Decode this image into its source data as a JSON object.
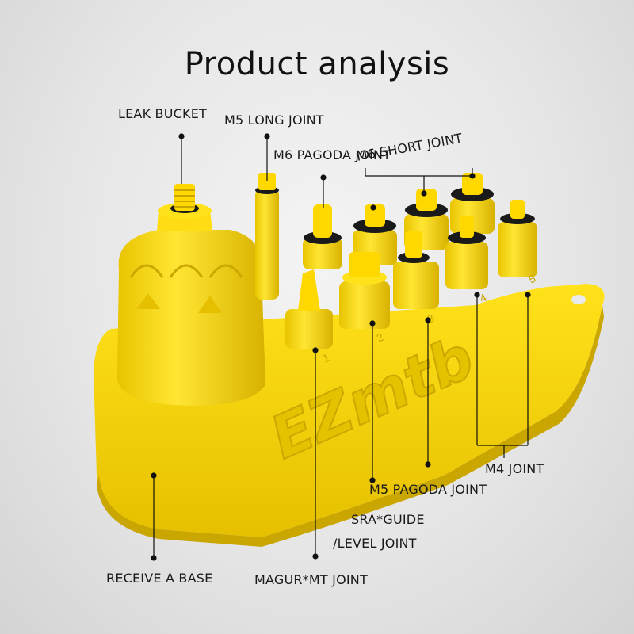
{
  "title": "Product analysis",
  "brand": "EZmtb",
  "slot_numbers": [
    "1",
    "2",
    "3",
    "4",
    "5"
  ],
  "labels": {
    "leak_bucket": "LEAK BUCKET",
    "m5_long_joint": "M5 LONG JOINT",
    "m6_pagoda_joint": "M6  PAGODA JOINT",
    "m6_short_joint": "M6 SHORT  JOINT",
    "m4_joint": "M4 JOINT",
    "m5_pagoda_joint": "M5  PAGODA JOINT",
    "sra_guide_1": "SRA*GUIDE",
    "sra_guide_2": "/LEVEL JOINT",
    "receive_base": "RECEIVE A BASE",
    "magur_mt_joint": "MAGUR*MT JOINT"
  },
  "colors": {
    "product": "#f7d500",
    "shade": "#d9b400",
    "ring": "#1a1a1a",
    "line": "#111111"
  }
}
